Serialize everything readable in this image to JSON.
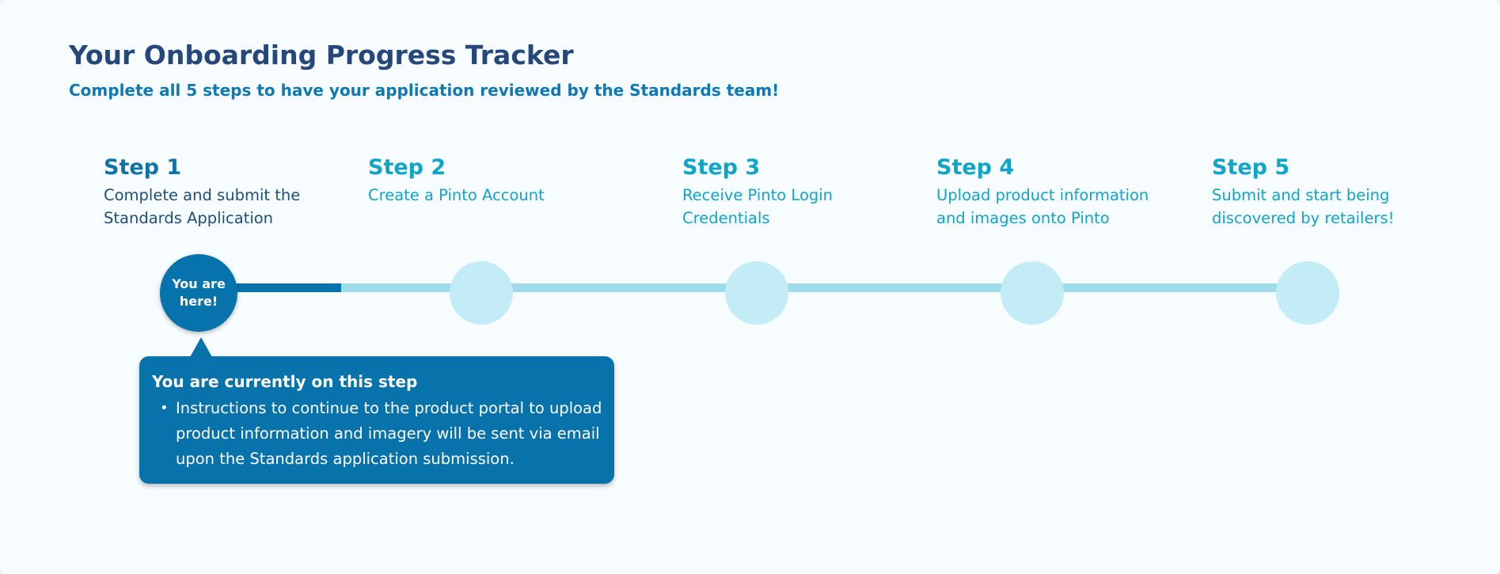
{
  "header": {
    "title": "Your Onboarding Progress Tracker",
    "subtitle": "Complete all 5 steps to have your application reviewed by the Standards team!"
  },
  "steps": [
    {
      "label": "Step 1",
      "description": "Complete and submit the\nStandards Application",
      "status": "current"
    },
    {
      "label": "Step 2",
      "description": "Create a Pinto Account",
      "status": "upcoming"
    },
    {
      "label": "Step 3",
      "description": "Receive Pinto Login\nCredentials",
      "status": "upcoming"
    },
    {
      "label": "Step 4",
      "description": "Upload product information\nand images onto Pinto",
      "status": "upcoming"
    },
    {
      "label": "Step 5",
      "description": "Submit and start being\ndiscovered by retailers!",
      "status": "upcoming"
    }
  ],
  "progress": {
    "current_step": 1,
    "total_steps": 5,
    "marker_label": "You are\nhere!"
  },
  "tooltip": {
    "title": "You are currently on this step",
    "bullets": [
      "Instructions to continue to the product portal to upload product information and imagery will be sent via email upon the Standards application submission."
    ]
  },
  "colors": {
    "title": "#25477c",
    "accent": "#0773ad",
    "upcoming_text": "#0fa5c8",
    "track": "#9edcec",
    "node_upcoming": "#c3ecf7",
    "background": "#f7fcfe"
  }
}
